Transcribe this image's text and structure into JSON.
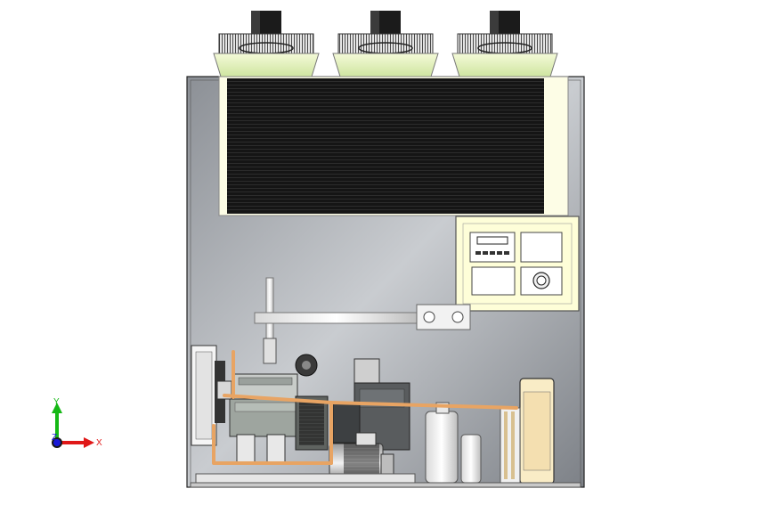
{
  "view": {
    "background": "#ffffff",
    "cabinet_fill": "#9fa3a8",
    "accent_cream": "#fdfde6",
    "fin_dark": "#111111",
    "pipe_color": "#e8a463",
    "panel_fill": "#fefed8"
  },
  "triad": {
    "x_label": "X",
    "y_label": "Y",
    "z_label": "Z",
    "x_color": "#e01818",
    "y_color": "#15b815",
    "z_color": "#1a1ad8"
  },
  "control_panel": {
    "display_icon": "lcd-display-icon",
    "knob_icon": "rotary-knob-icon"
  }
}
